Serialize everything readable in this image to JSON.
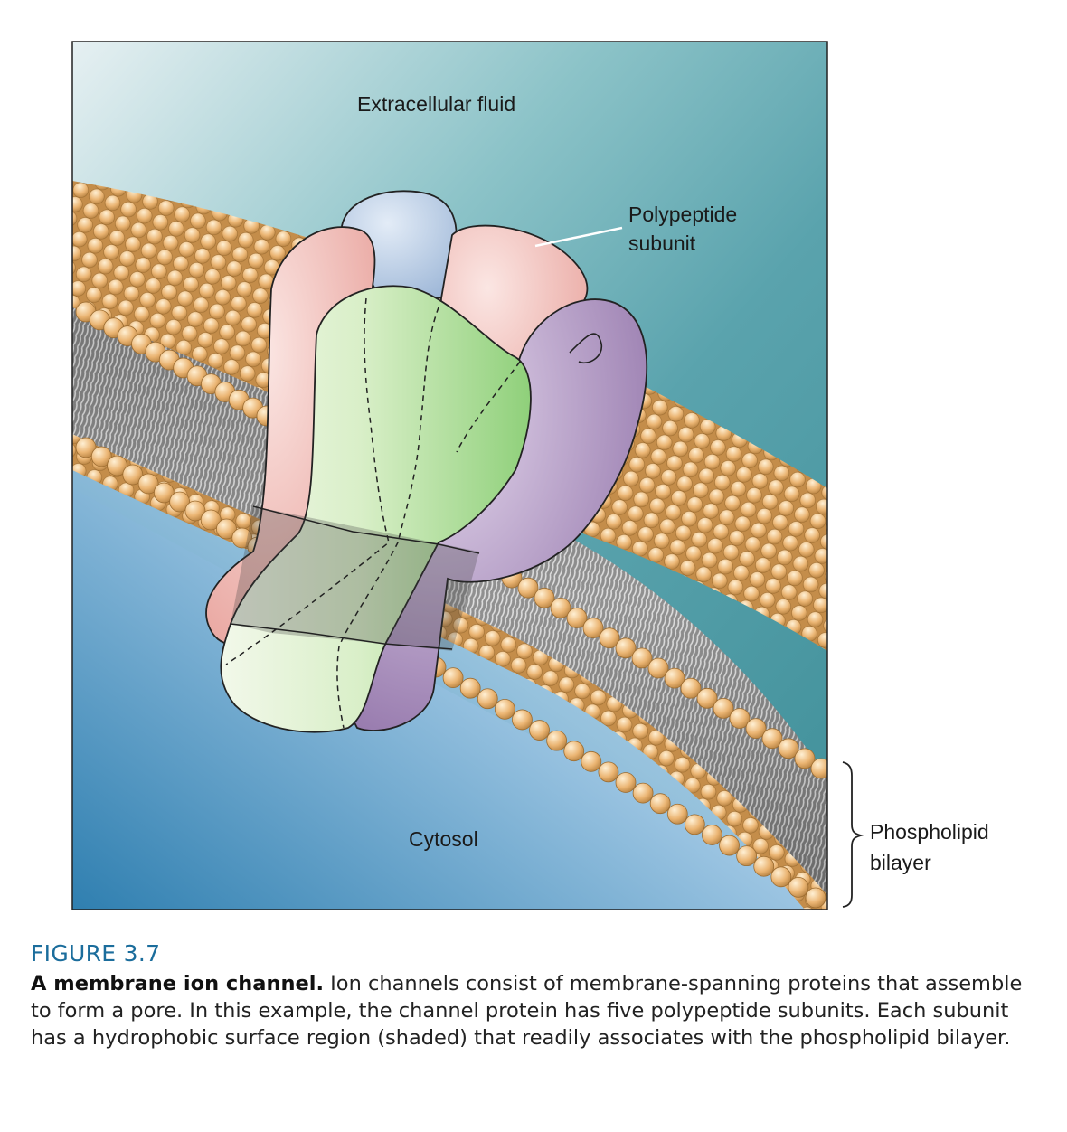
{
  "labels": {
    "extracellular": "Extracellular fluid",
    "subunit_line1": "Polypeptide",
    "subunit_line2": "subunit",
    "cytosol": "Cytosol",
    "bilayer_line1": "Phospholipid",
    "bilayer_line2": "bilayer"
  },
  "caption": {
    "figure_number": "FIGURE 3.7",
    "title": "A membrane ion channel.",
    "body": " Ion channels consist of membrane-spanning proteins that assemble to form a pore. In this example, the channel protein has five polypeptide subunits. Each subunit has a hydrophobic surface region (shaded) that readily associates with the phospholipid bilayer."
  },
  "colors": {
    "figure_number": "#1b6d9c",
    "background_top": "#3f8f99",
    "background_bottom": "#2f7fb0",
    "lipid_head": "#e9b473",
    "subunit_pink": "#f2c2bd",
    "subunit_blue": "#b9cde6",
    "subunit_purple": "#a88cbc",
    "subunit_green": "#b7e3a0"
  }
}
